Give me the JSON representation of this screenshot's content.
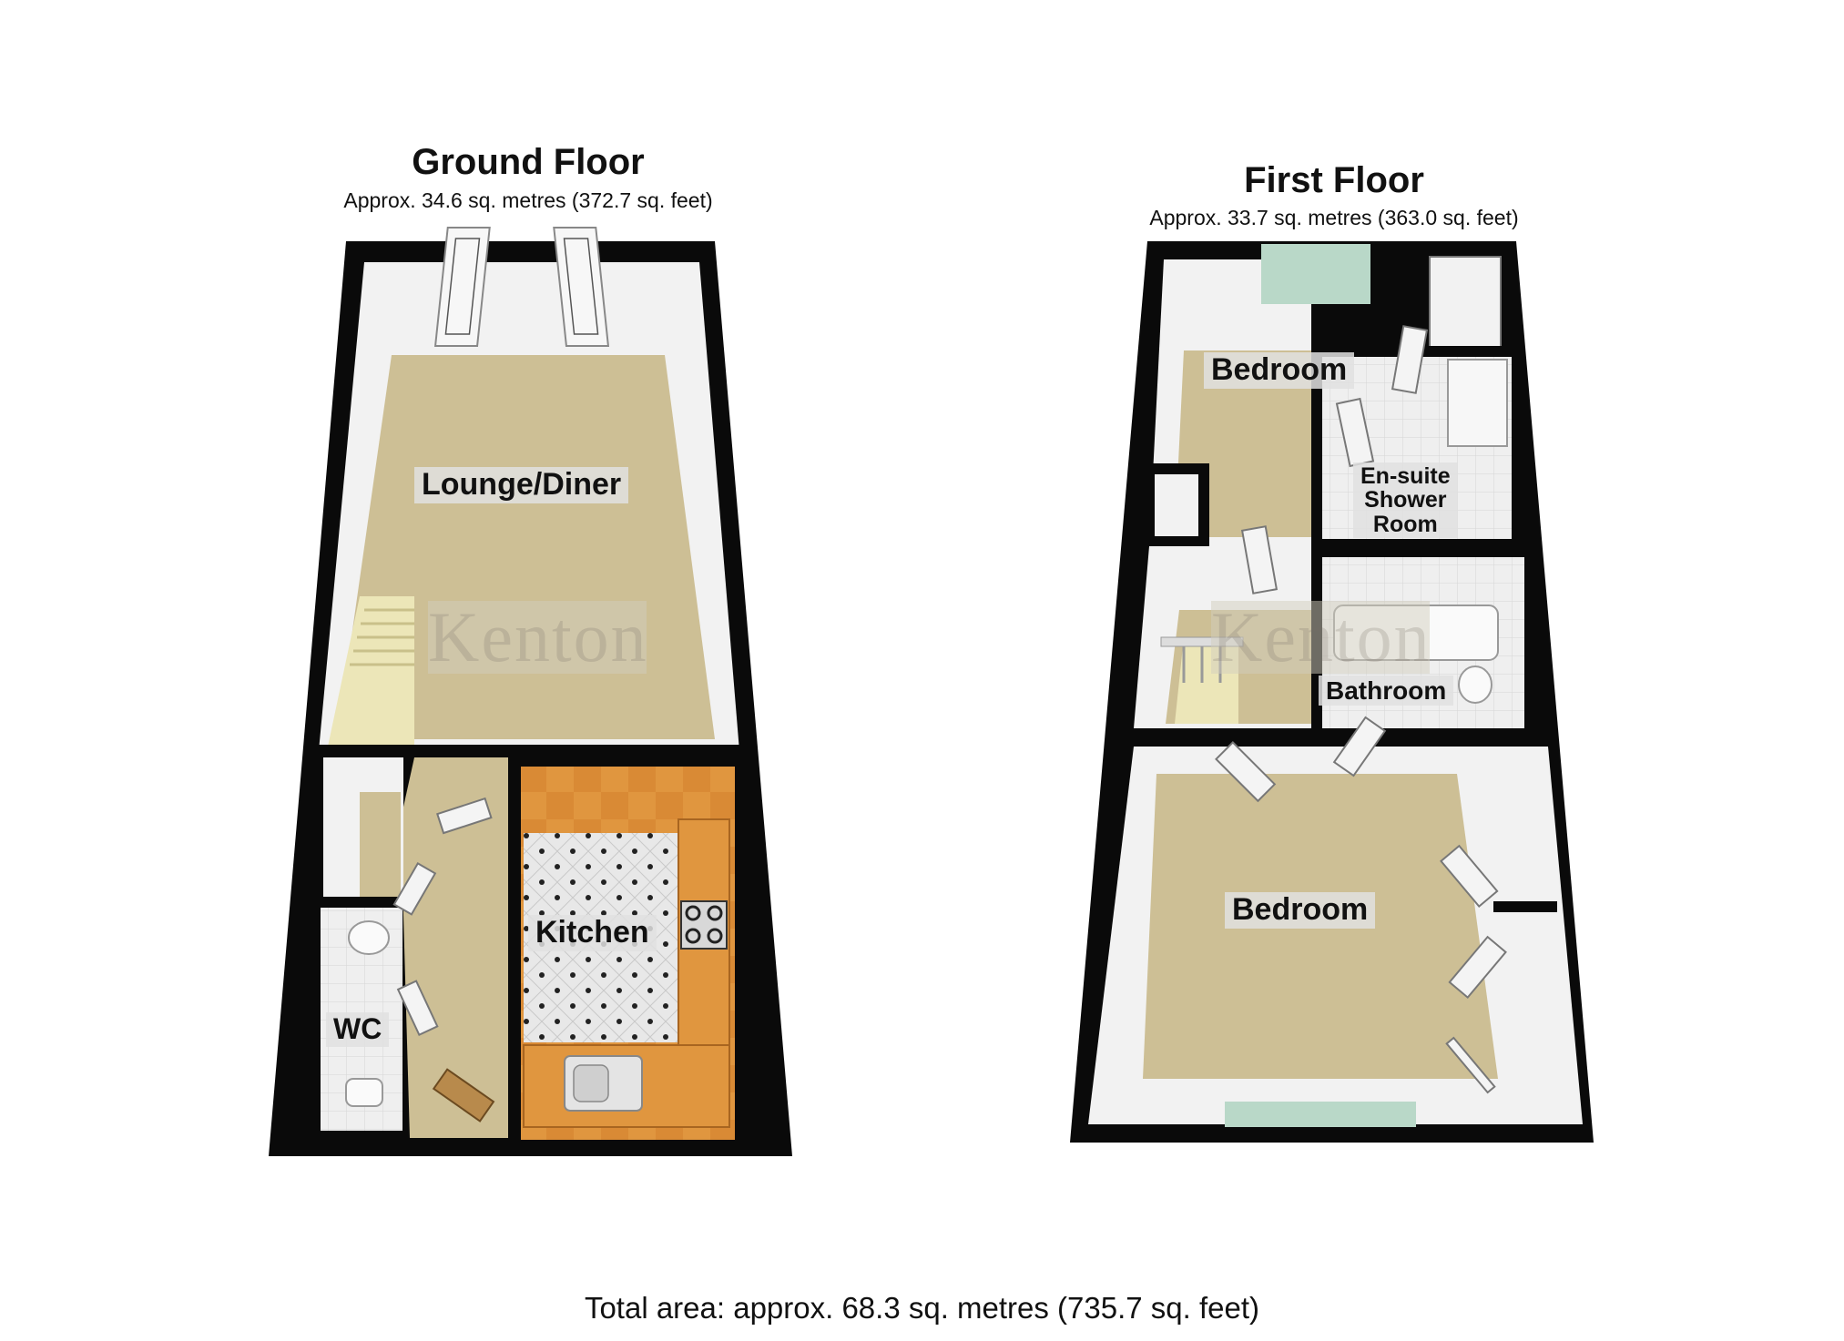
{
  "ground_floor": {
    "title": "Ground Floor",
    "area": "Approx. 34.6 sq. metres (372.7 sq. feet)",
    "rooms": {
      "lounge": "Lounge/Diner",
      "kitchen": "Kitchen",
      "wc": "WC"
    }
  },
  "first_floor": {
    "title": "First Floor",
    "area": "Approx. 33.7 sq. metres (363.0 sq. feet)",
    "rooms": {
      "bedroom_top": "Bedroom",
      "ensuite": "En-suite\nShower\nRoom",
      "bathroom": "Bathroom",
      "bedroom_bottom": "Bedroom"
    }
  },
  "total_area": "Total area: approx. 68.3 sq. metres (735.7 sq. feet)",
  "watermark": "Kenton",
  "colors": {
    "wall": "#0a0a0a",
    "carpet": "#cdbf95",
    "kitchen_floor": "#d98c3a",
    "tile": "#e6e6e6",
    "inner_wall": "#f4f4f4"
  }
}
